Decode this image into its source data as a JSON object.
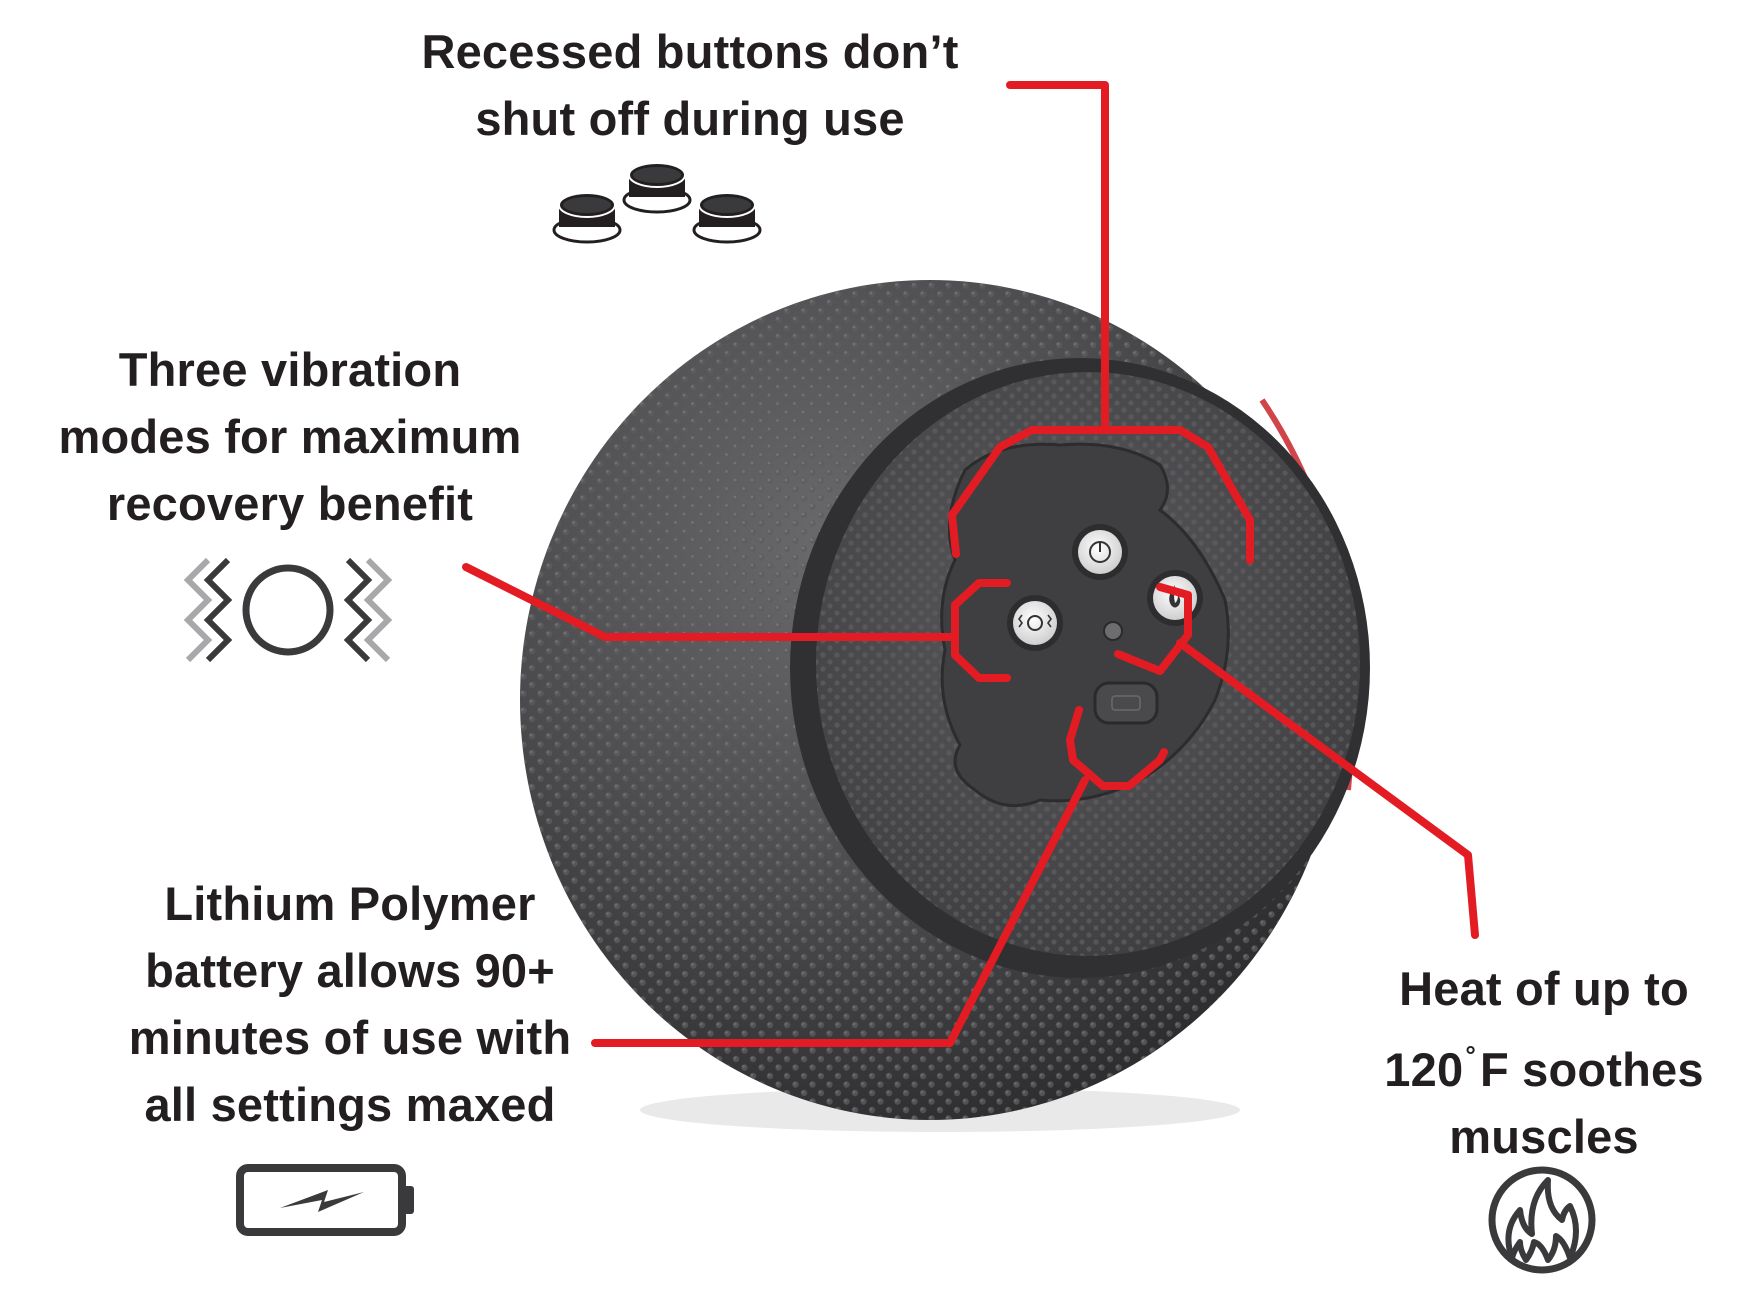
{
  "callouts": {
    "buttons": {
      "lines": [
        "Recessed buttons don’t",
        "shut off during use"
      ],
      "icon": "recessed-buttons-icon"
    },
    "modes": {
      "lines": [
        "Three vibration",
        "modes for maximum",
        "recovery benefit"
      ],
      "icon": "vibration-icon"
    },
    "battery": {
      "lines": [
        "Lithium Polymer",
        "battery allows 90+",
        "minutes of use with",
        "all settings maxed"
      ],
      "icon": "battery-icon"
    },
    "heat": {
      "line1": "Heat of up to",
      "line2_a": "120",
      "line2_deg": "°",
      "line2_b": "F soothes",
      "line3": "muscles",
      "icon": "flame-icon"
    }
  },
  "device": {
    "buttons": [
      "power-icon",
      "vibration-mode-icon",
      "heat-mode-icon",
      "charge-indicator-icon"
    ]
  },
  "colors": {
    "accent": "#e31b23",
    "text": "#231f20",
    "ball": "#4a4a4d",
    "icon": "#3a3a3c"
  }
}
